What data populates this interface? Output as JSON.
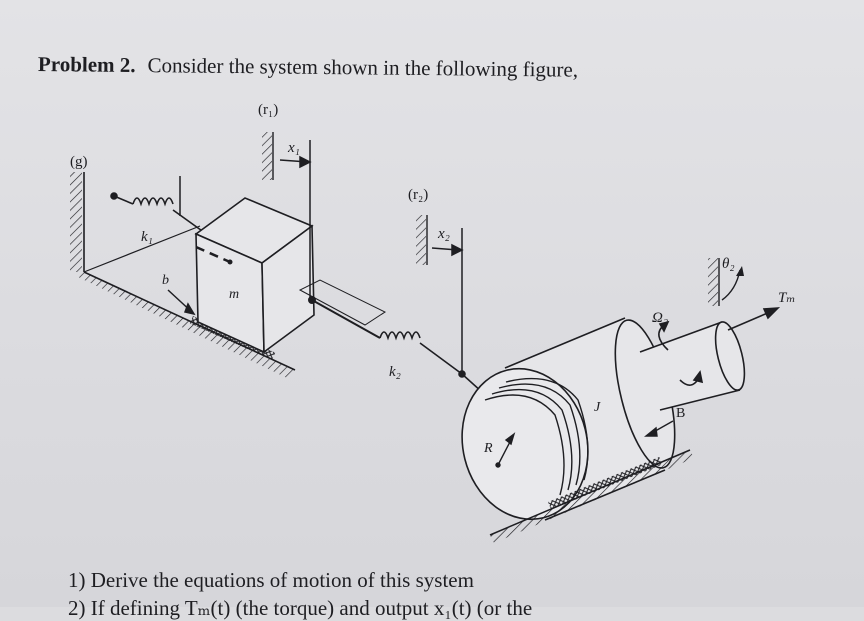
{
  "problem": {
    "label": "Problem 2.",
    "statement": "Consider the system shown in the following figure,"
  },
  "figure_labels": {
    "ground": "(g)",
    "ref1": "(r₁)",
    "ref2": "(r₂)",
    "x1": "x₁",
    "x2": "x₂",
    "k1": "k₁",
    "k2": "k₂",
    "b": "b",
    "m": "m",
    "J": "J",
    "R": "R",
    "B": "B",
    "omega2": "Ω₂",
    "theta2": "θ₂",
    "Tm": "Tₘ"
  },
  "questions": [
    "1)  Derive the equations of motion of this system",
    "2)  If defining Tₘ(t) (the torque) and output x₁(t) (or the"
  ]
}
